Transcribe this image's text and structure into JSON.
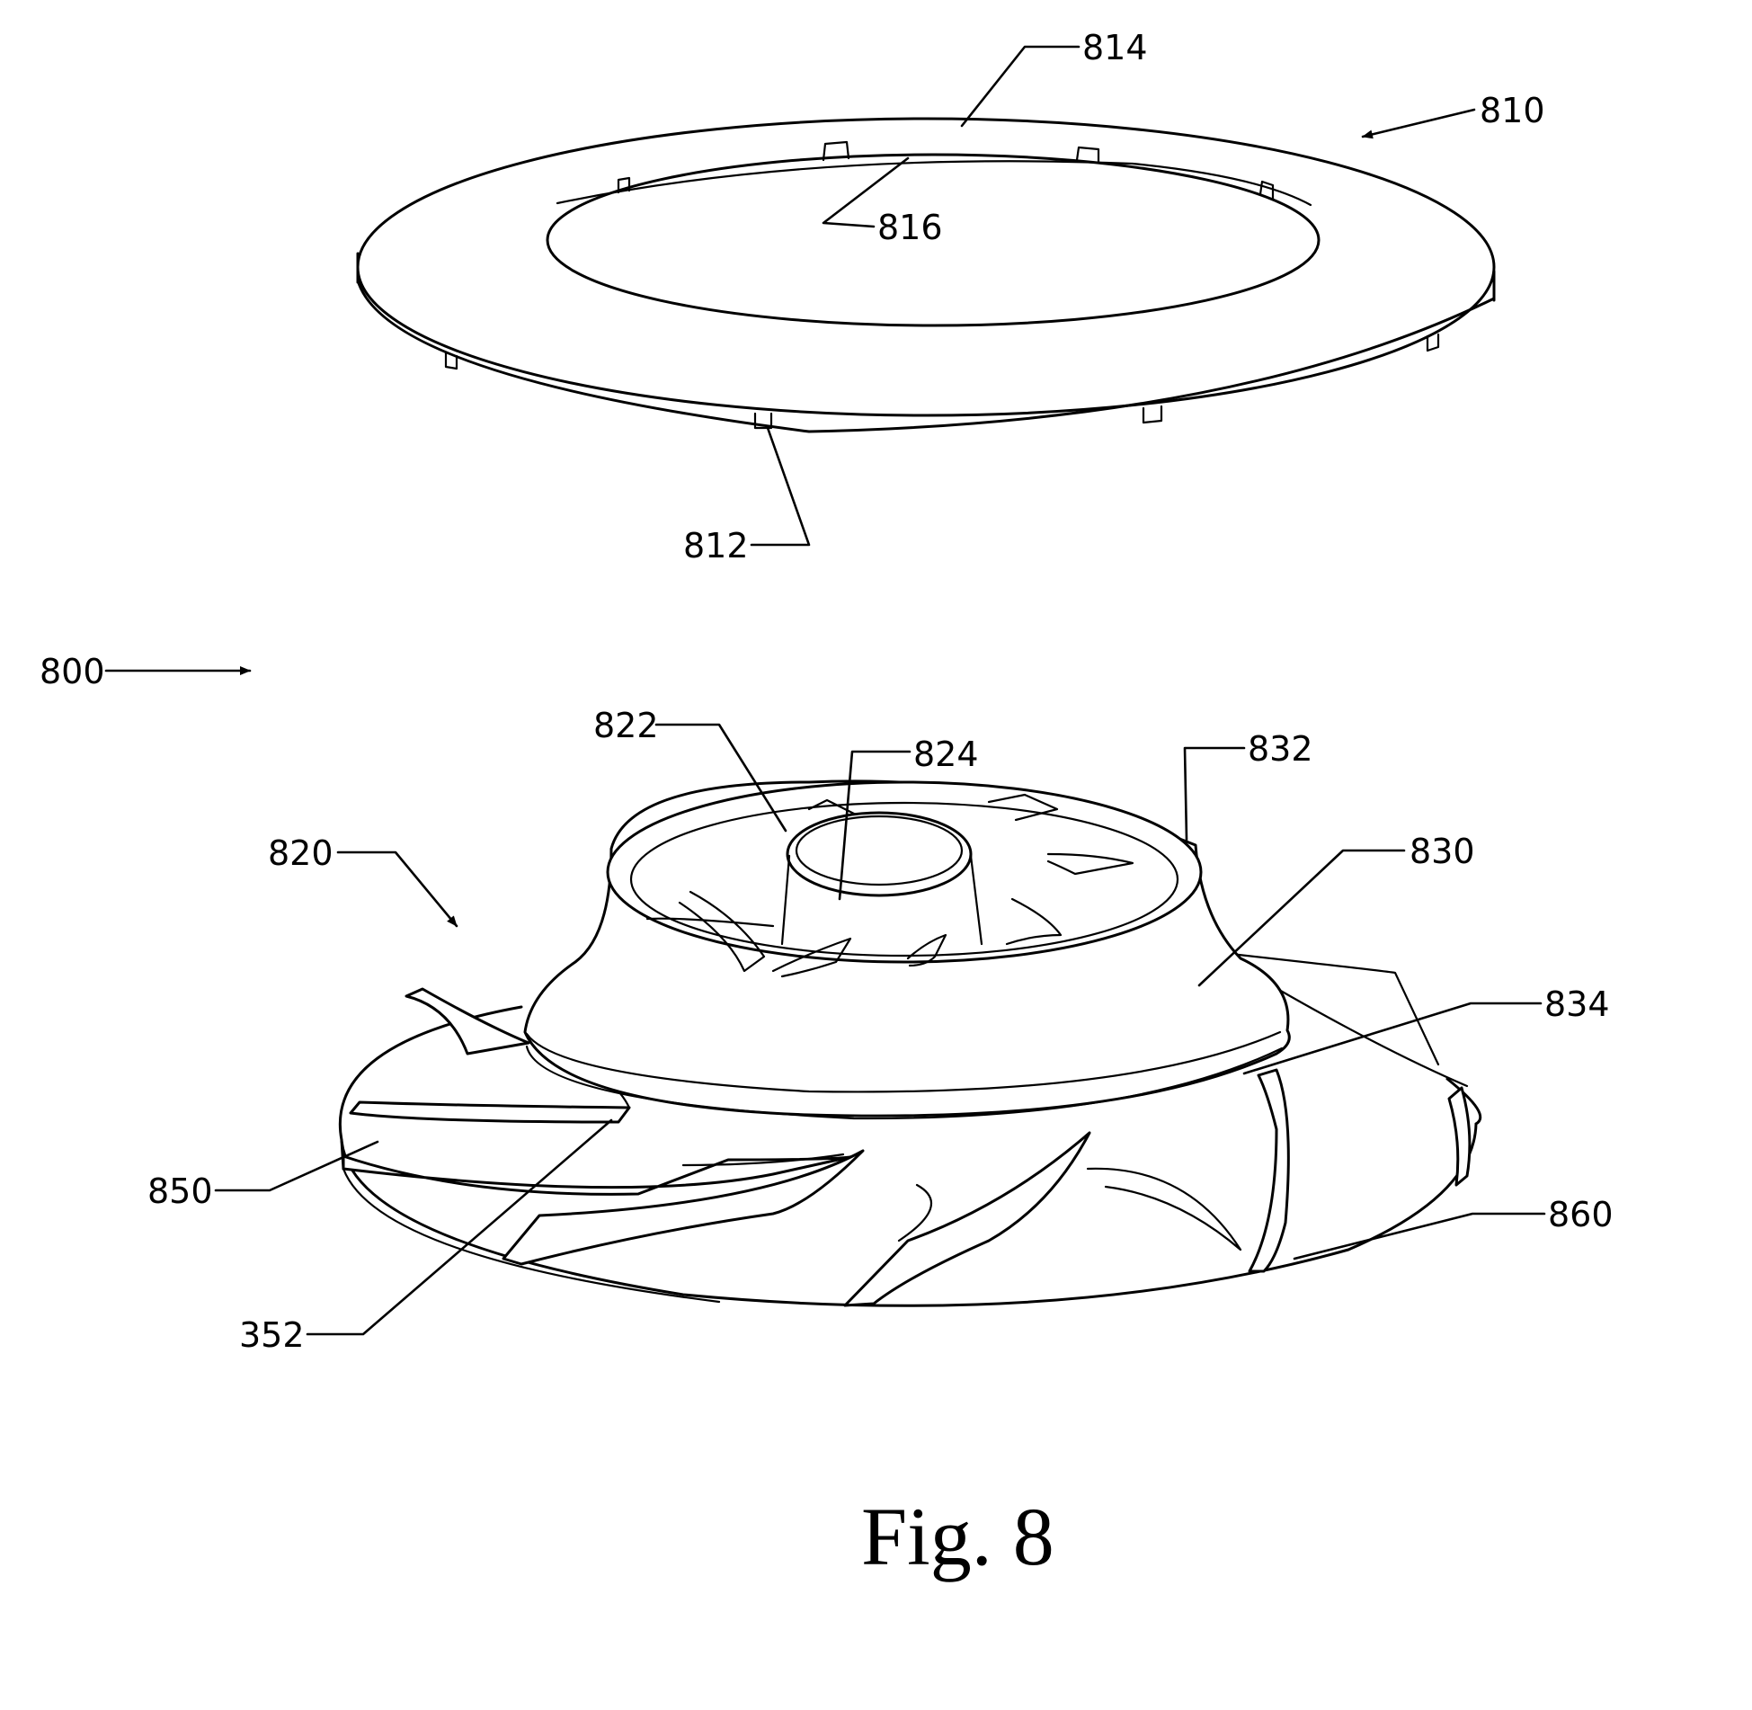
{
  "figure": {
    "caption": "Fig. 8"
  },
  "labels": {
    "ref_800": "800",
    "ref_810": "810",
    "ref_812": "812",
    "ref_814": "814",
    "ref_816": "816",
    "ref_820": "820",
    "ref_822": "822",
    "ref_824": "824",
    "ref_830": "830",
    "ref_832": "832",
    "ref_834": "834",
    "ref_850": "850",
    "ref_352": "352",
    "ref_860": "860"
  },
  "colors": {
    "line": "#000000",
    "background": "#ffffff"
  }
}
